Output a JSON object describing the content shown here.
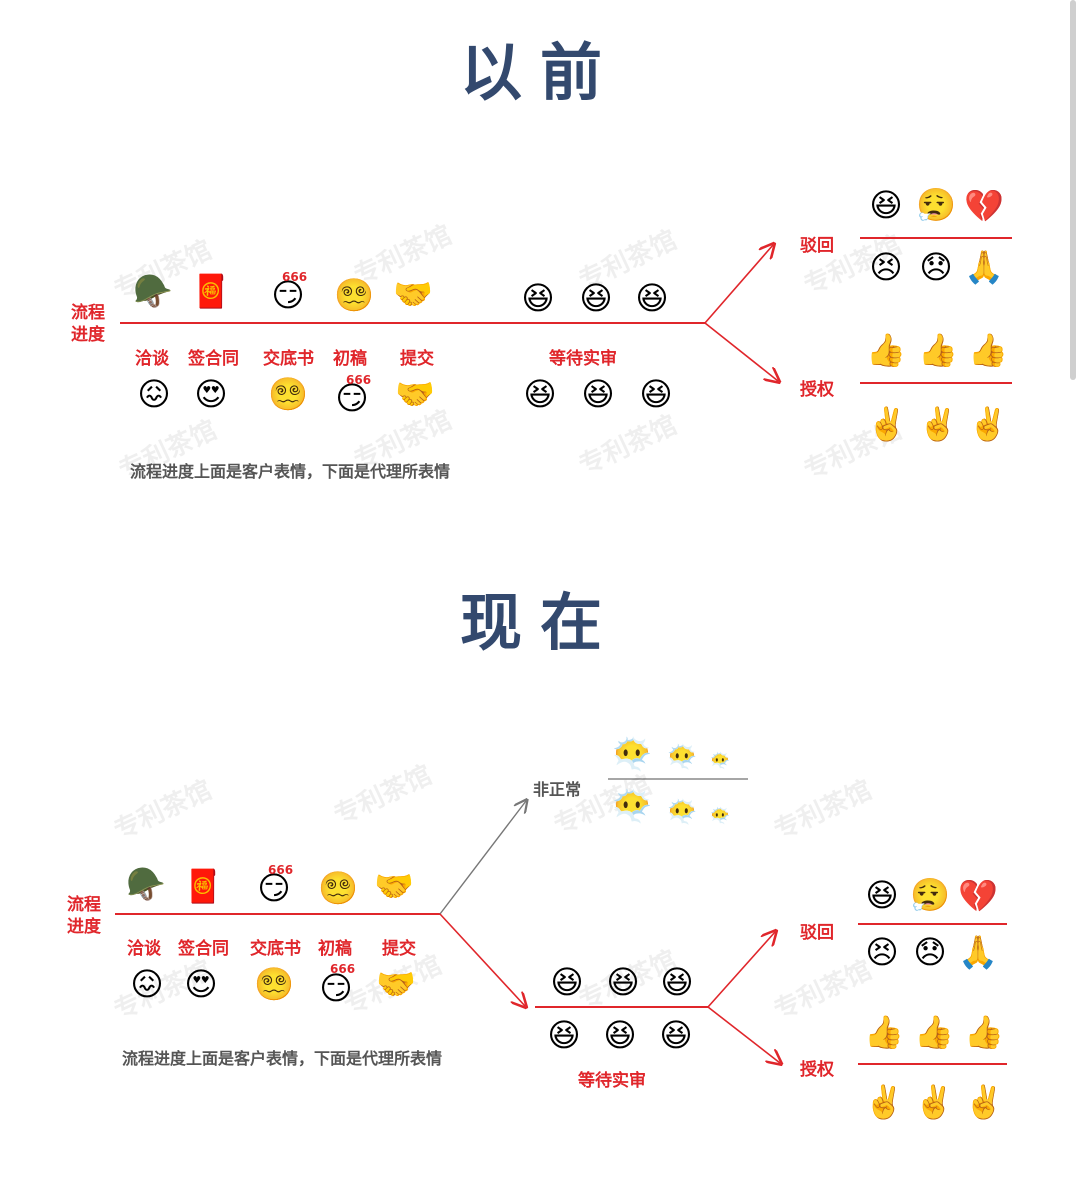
{
  "before": {
    "title": "以前",
    "axis_label": "流程\n进度",
    "steps": [
      "洽谈",
      "签合同",
      "交底书",
      "初稿",
      "提交"
    ],
    "wait_label": "等待实审",
    "reject_label": "驳回",
    "grant_label": "授权",
    "note": "流程进度上面是客户表情，下面是代理所表情"
  },
  "now": {
    "title": "现在",
    "axis_label": "流程\n进度",
    "steps": [
      "洽谈",
      "签合同",
      "交底书",
      "初稿",
      "提交"
    ],
    "abnormal_label": "非正常",
    "wait_label": "等待实审",
    "reject_label": "驳回",
    "grant_label": "授权",
    "note": "流程进度上面是客户表情，下面是代理所表情"
  },
  "watermark": "专利茶馆",
  "badge_666": "666",
  "icons": {
    "client_row": [
      "soldier-helmet-icon",
      "red-envelope-icon",
      "smirk-666-icon",
      "dizzy-eyes-icon",
      "handshake-icon"
    ],
    "agent_row": [
      "embarrassed-smile-icon",
      "heart-eyes-icon",
      "dizzy-eyes-icon",
      "smirk-666-icon",
      "handshake-icon"
    ],
    "laugh": "laughing-icon",
    "reject_top": [
      "laughing-icon",
      "sneer-icon",
      "broken-heart-icon"
    ],
    "reject_bottom": [
      "worried-icon",
      "sad-icon",
      "pray-icon"
    ],
    "grant_top": [
      "thumbs-up-icon",
      "thumbs-up-icon",
      "thumbs-up-icon"
    ],
    "grant_bottom": [
      "victory-hand-icon",
      "victory-hand-icon",
      "victory-hand-icon"
    ],
    "confused": "confused-question-icon"
  },
  "colors": {
    "title": "#33496e",
    "accent_red": "#e0262b",
    "note_gray": "#555555"
  }
}
